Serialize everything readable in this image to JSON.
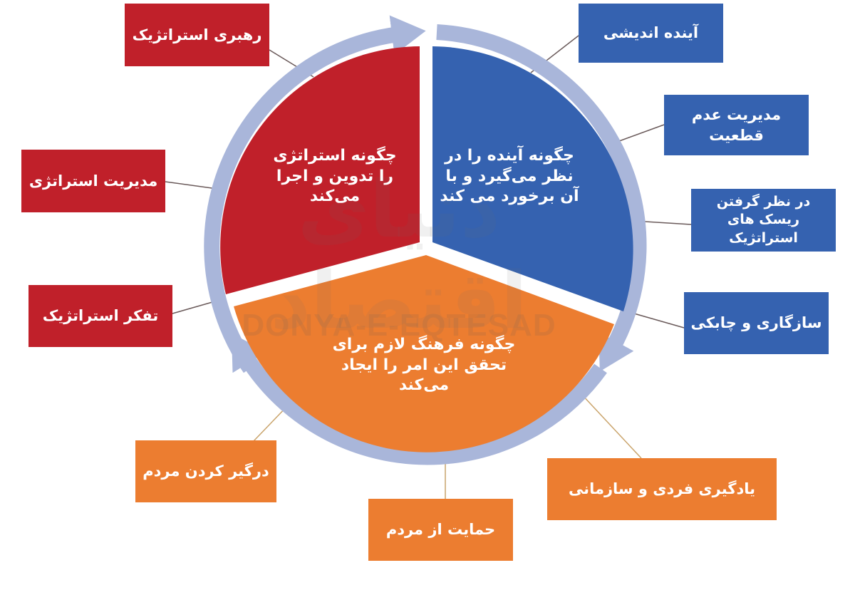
{
  "colors": {
    "red": "#c0202a",
    "blue": "#3562b0",
    "orange": "#ec7d30",
    "ring": "#a9b6da"
  },
  "sectors": {
    "red": "چگونه استراتژی را تدوین و اجرا می‌کند",
    "blue": "چگونه آینده را در نظر می‌گیرد و با آن برخورد می کند",
    "orange": "چگونه فرهنگ لازم برای تحقق این امر را ایجاد می‌کند"
  },
  "red_boxes": [
    "رهبری استراتژیک",
    "مدیریت استراتژی",
    "تفکر استراتژیک"
  ],
  "blue_boxes": [
    "آینده اندیشی",
    "مدیریت عدم قطعیت",
    "در نظر گرفتن ریسک های استراتژیک",
    "سازگاری و چابکی"
  ],
  "orange_boxes": [
    "درگیر کردن مردم",
    "حمایت از مردم",
    "یادگیری فردی و سازمانی"
  ],
  "watermark": {
    "latin": "DONYA-E-EQTESAD",
    "persian": "دنیای اقتصاد"
  }
}
